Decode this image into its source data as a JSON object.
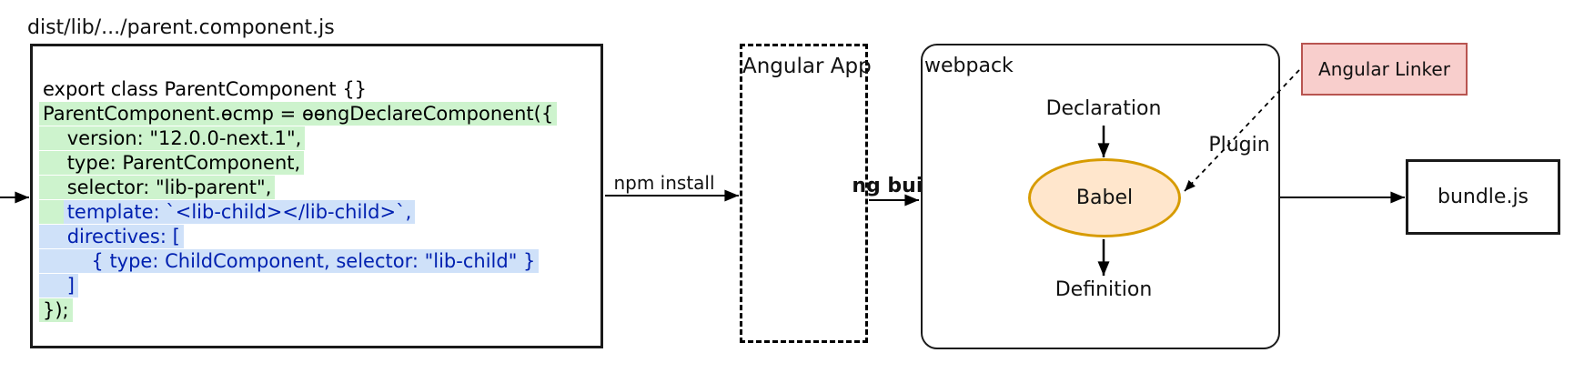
{
  "palette": {
    "green_highlight": "#cdf3cd",
    "blue_highlight": "#cfe1f9",
    "blue_code_text": "#0020b0",
    "babel_fill": "#ffe6cc",
    "babel_stroke": "#d79b00",
    "linker_fill": "#f8cecc",
    "linker_stroke": "#b85450"
  },
  "file_label": {
    "title": "dist/lib/.../parent.component.js"
  },
  "code_box": {
    "lines": [
      {
        "segments": [
          {
            "t": "export class ParentComponent {}",
            "h": "none"
          }
        ]
      },
      {
        "segments": [
          {
            "t": "ParentComponent.ɵcmp = ɵɵngDeclareComponent({",
            "h": "green"
          }
        ]
      },
      {
        "segments": [
          {
            "t": "    version: \"12.0.0-next.1\",",
            "h": "green"
          }
        ]
      },
      {
        "segments": [
          {
            "t": "    type: ParentComponent,",
            "h": "green"
          }
        ]
      },
      {
        "segments": [
          {
            "t": "    selector: \"lib-parent\",",
            "h": "green"
          }
        ]
      },
      {
        "segments": [
          {
            "t": "    ",
            "h": "green"
          },
          {
            "t": "template: `<lib-child></lib-child>`,",
            "h": "blue"
          }
        ]
      },
      {
        "segments": [
          {
            "t": "    directives: [",
            "h": "blue"
          }
        ]
      },
      {
        "segments": [
          {
            "t": "        { type: ChildComponent, selector: \"lib-child\" }",
            "h": "blue"
          }
        ]
      },
      {
        "segments": [
          {
            "t": "    ]",
            "h": "blue"
          }
        ]
      },
      {
        "segments": [
          {
            "t": "});",
            "h": "green"
          }
        ]
      }
    ]
  },
  "arrows": {
    "npm_install_label": "npm install",
    "ng_build_label": "ng build",
    "plugin_label": "Plugin"
  },
  "angular_app": {
    "label": "Angular App"
  },
  "webpack": {
    "label": "webpack",
    "declaration_label": "Declaration",
    "babel_label": "Babel",
    "definition_label": "Definition"
  },
  "angular_linker": {
    "label": "Angular Linker"
  },
  "bundle": {
    "label": "bundle.js"
  }
}
